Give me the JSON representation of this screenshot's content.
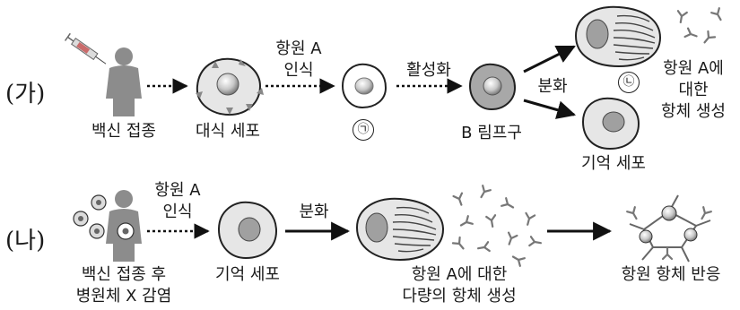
{
  "row_ga": {
    "row_label": "(가)",
    "vaccination": "백신 접종",
    "macrophage": "대식 세포",
    "recognition_line1": "항원 A",
    "recognition_line2": "인식",
    "cell_g": "㉠",
    "activation": "활성화",
    "b_cell": "B 림프구",
    "differentiation": "분화",
    "cell_n": "㉡",
    "antibody_line1": "항원 A에",
    "antibody_line2": "대한",
    "antibody_line3": "항체 생성",
    "memory_cell": "기억 세포"
  },
  "row_na": {
    "row_label": "(나)",
    "person_line1": "백신 접종 후",
    "person_line2": "병원체 X 감염",
    "recognition_line1": "항원 A",
    "recognition_line2": "인식",
    "memory_cell": "기억 세포",
    "differentiation": "분화",
    "antibody_line1": "항원 A에 대한",
    "antibody_line2": "다량의 항체 생성",
    "reaction": "항원 항체 반응"
  },
  "colors": {
    "cell_fill": "#e6e6e6",
    "nucleus": "#a0a0a0",
    "person": "#8c8c8c",
    "line": "#111111"
  }
}
